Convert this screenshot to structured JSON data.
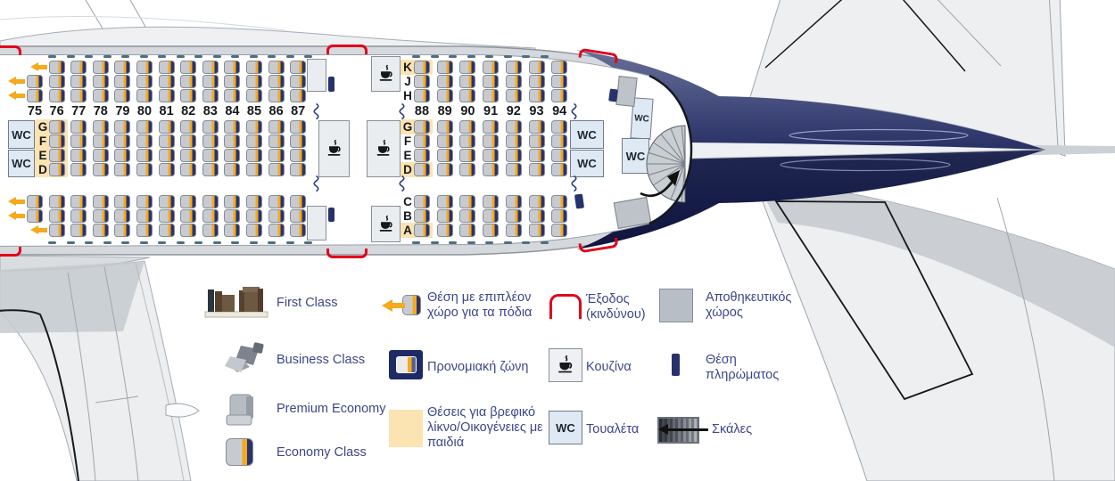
{
  "wc_text": "WC",
  "colors": {
    "seat-gray": "#c7cbd1",
    "seat-amber": "#f5a91c",
    "seat-navy": "#2a336e",
    "beige": "#fbe3b2",
    "exit-red": "#e2001a",
    "crew-navy": "#27316b",
    "wc-blue": "#dfe9f4",
    "legend-text": "#3d4689",
    "tail-navy": "#20274f"
  },
  "seatmap": {
    "wc_label": "WC",
    "sections": [
      {
        "id": "rows-75-87",
        "rows": [
          "75",
          "76",
          "77",
          "78",
          "79",
          "80",
          "81",
          "82",
          "83",
          "84",
          "85",
          "86",
          "87"
        ],
        "bands": [
          {
            "band": "top",
            "edge_letters": true,
            "rows": [
              {
                "letter": "K",
                "seats": [
                  76,
                  87
                ],
                "extra_legroom": [
                  76
                ],
                "bassinet": []
              },
              {
                "letter": "J",
                "seats": [
                  75,
                  87
                ],
                "extra_legroom": [
                  75
                ],
                "bassinet": []
              },
              {
                "letter": "H",
                "seats": [
                  75,
                  87
                ],
                "extra_legroom": [
                  75
                ],
                "bassinet": []
              }
            ]
          },
          {
            "band": "mid",
            "edge_letters": false,
            "rows": [
              {
                "letter": "G",
                "seats": [
                  76,
                  87
                ],
                "extra_legroom": [],
                "bassinet": [
                  76
                ]
              },
              {
                "letter": "F",
                "seats": [
                  76,
                  87
                ],
                "extra_legroom": [],
                "bassinet": [
                  76
                ]
              },
              {
                "letter": "E",
                "seats": [
                  76,
                  87
                ],
                "extra_legroom": [],
                "bassinet": [
                  76
                ]
              },
              {
                "letter": "D",
                "seats": [
                  76,
                  87
                ],
                "extra_legroom": [],
                "bassinet": [
                  76
                ]
              }
            ]
          },
          {
            "band": "bottom",
            "edge_letters": true,
            "rows": [
              {
                "letter": "C",
                "seats": [
                  75,
                  87
                ],
                "extra_legroom": [
                  75
                ],
                "bassinet": []
              },
              {
                "letter": "B",
                "seats": [
                  75,
                  87
                ],
                "extra_legroom": [
                  75
                ],
                "bassinet": []
              },
              {
                "letter": "A",
                "seats": [
                  76,
                  87
                ],
                "extra_legroom": [
                  76
                ],
                "bassinet": []
              }
            ]
          }
        ]
      },
      {
        "id": "rows-88-94",
        "rows": [
          "88",
          "89",
          "90",
          "91",
          "92",
          "93",
          "94"
        ],
        "bands": [
          {
            "band": "top",
            "edge_letters": false,
            "rows": [
              {
                "letter": "K",
                "seats": [
                  88,
                  94
                ],
                "extra_legroom": [],
                "bassinet": [
                  88
                ]
              },
              {
                "letter": "J",
                "seats": [
                  88,
                  94
                ],
                "extra_legroom": [],
                "bassinet": []
              },
              {
                "letter": "H",
                "seats": [
                  88,
                  94
                ],
                "extra_legroom": [],
                "bassinet": []
              }
            ]
          },
          {
            "band": "mid",
            "edge_letters": false,
            "rows": [
              {
                "letter": "G",
                "seats": [
                  88,
                  94
                ],
                "extra_legroom": [],
                "bassinet": [
                  88
                ]
              },
              {
                "letter": "F",
                "seats": [
                  88,
                  94
                ],
                "extra_legroom": [],
                "bassinet": []
              },
              {
                "letter": "E",
                "seats": [
                  88,
                  94
                ],
                "extra_legroom": [],
                "bassinet": []
              },
              {
                "letter": "D",
                "seats": [
                  88,
                  94
                ],
                "extra_legroom": [],
                "bassinet": [
                  88
                ]
              }
            ]
          },
          {
            "band": "bottom",
            "edge_letters": false,
            "rows": [
              {
                "letter": "C",
                "seats": [
                  88,
                  94
                ],
                "extra_legroom": [],
                "bassinet": []
              },
              {
                "letter": "B",
                "seats": [
                  88,
                  94
                ],
                "extra_legroom": [],
                "bassinet": []
              },
              {
                "letter": "A",
                "seats": [
                  88,
                  94
                ],
                "extra_legroom": [],
                "bassinet": [
                  88
                ]
              }
            ]
          }
        ]
      }
    ]
  },
  "legend": {
    "classes": [
      {
        "id": "first-class",
        "label": "First Class"
      },
      {
        "id": "business-class",
        "label": "Business Class"
      },
      {
        "id": "premium-economy",
        "label": "Premium Economy"
      },
      {
        "id": "economy-class",
        "label": "Economy Class"
      }
    ],
    "features": [
      {
        "id": "extra-legroom",
        "label": "Θέση με επιπλέον χώρο για τα πόδια"
      },
      {
        "id": "preferred-zone",
        "label": "Προνομιακή ζώνη"
      },
      {
        "id": "bassinet-families",
        "label": "Θέσεις για βρεφικό λίκνο/Οικογένειες με παιδιά"
      },
      {
        "id": "emergency-exit",
        "label": "Έξοδος (κινδύνου)"
      },
      {
        "id": "galley",
        "label": "Κουζίνα"
      },
      {
        "id": "toilet",
        "label": "Τουαλέτα"
      },
      {
        "id": "storage",
        "label": "Αποθηκευτικός χώρος"
      },
      {
        "id": "crew-seat",
        "label": "Θέση πληρώματος"
      },
      {
        "id": "stairs",
        "label": "Σκάλες"
      }
    ]
  }
}
